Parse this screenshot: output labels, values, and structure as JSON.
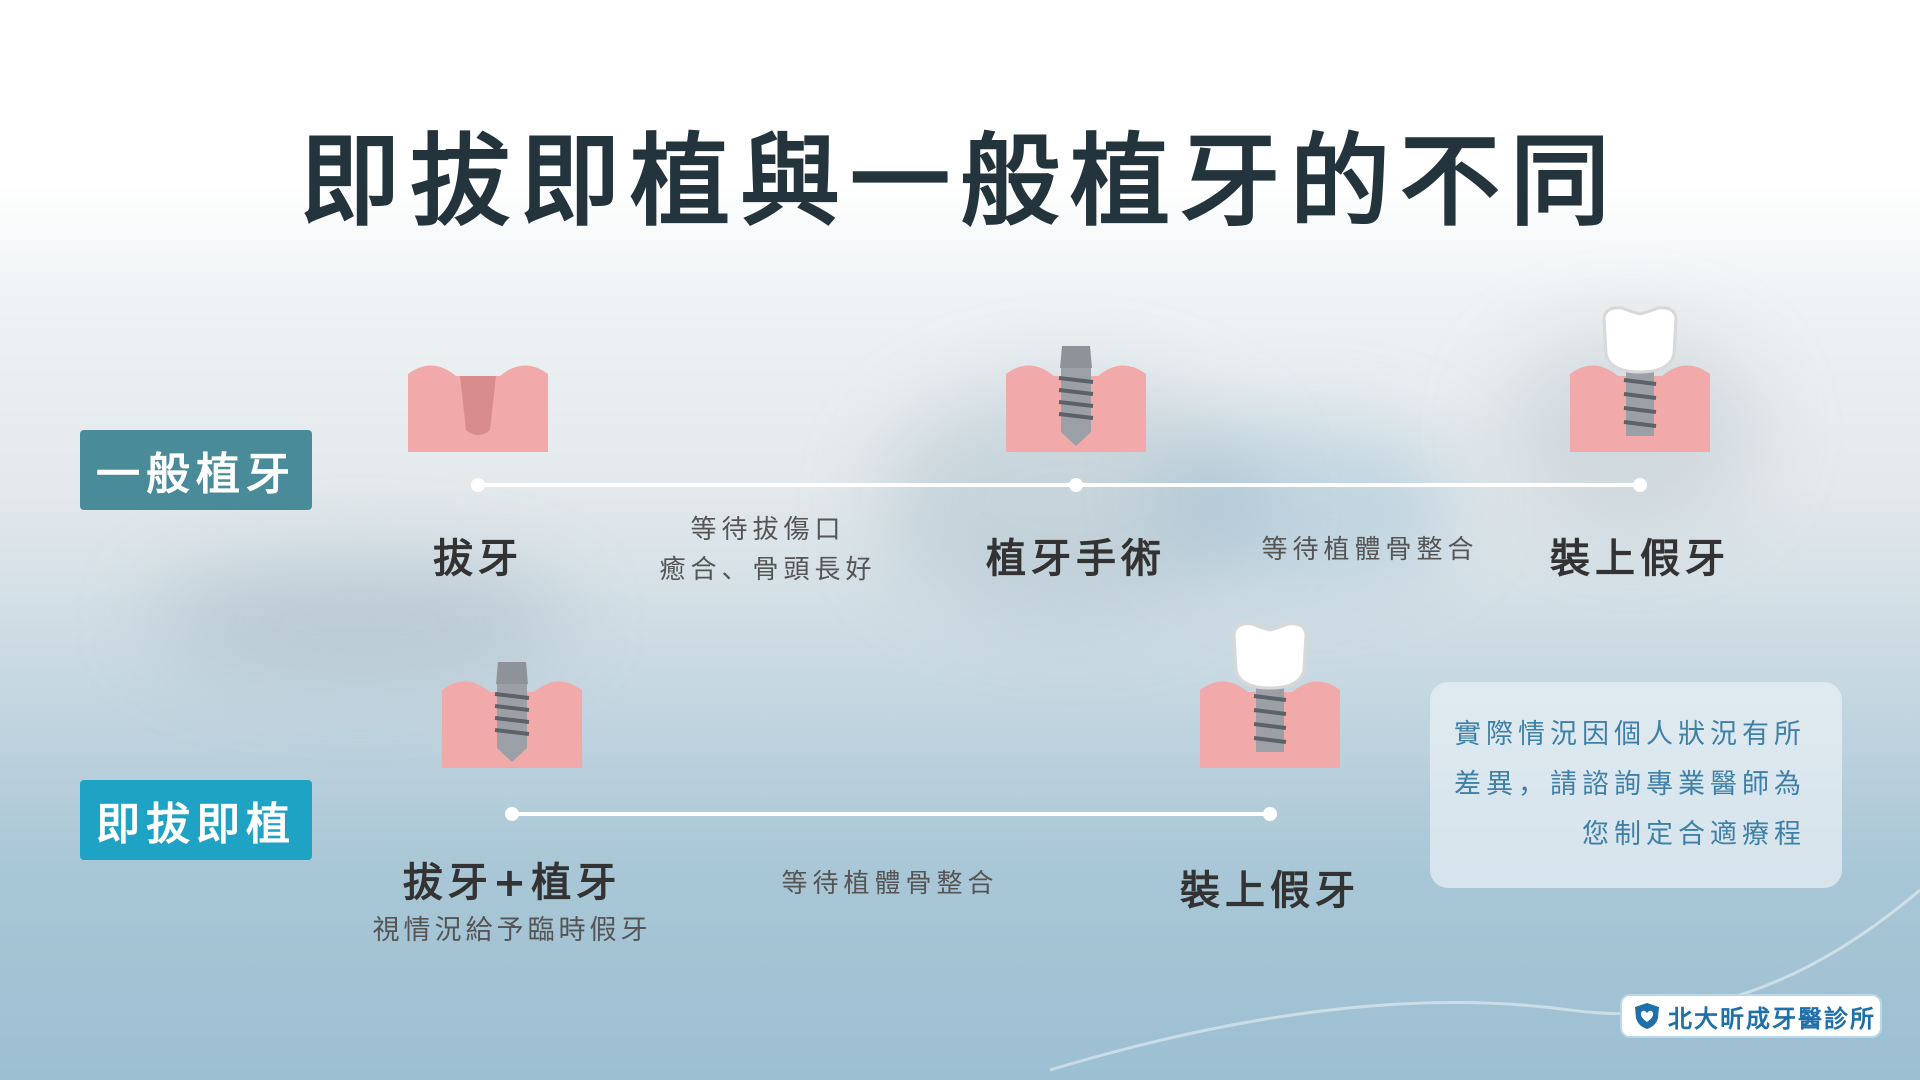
{
  "title": "即拔即植與一般植牙的不同",
  "colors": {
    "general_badge": "#4a8b99",
    "immediate_badge": "#1fa3c4",
    "gum": "#f2a9a9",
    "note_text": "#3f80a6",
    "title": "#24343d"
  },
  "general": {
    "badge": "一般植牙",
    "steps": [
      {
        "label": "拔牙",
        "icon": "extracted-tooth-gum-icon"
      },
      {
        "label": "植牙手術",
        "icon": "implant-post-gum-icon"
      },
      {
        "label": "裝上假牙",
        "icon": "implant-crown-gum-icon"
      }
    ],
    "waits": [
      {
        "line1": "等待拔傷口",
        "line2": "癒合、骨頭長好"
      },
      {
        "line1": "等待植體骨整合"
      }
    ]
  },
  "immediate": {
    "badge": "即拔即植",
    "steps": [
      {
        "label": "拔牙+植牙",
        "sub": "視情況給予臨時假牙",
        "icon": "implant-post-gum-icon"
      },
      {
        "label": "裝上假牙",
        "icon": "implant-crown-gum-icon"
      }
    ],
    "wait": "等待植體骨整合"
  },
  "note": {
    "lines": [
      "實際情況因個人狀況有所",
      "差異，請諮詢專業醫師為",
      "您制定合適療程"
    ]
  },
  "logo": {
    "text": "北大昕成牙醫診所",
    "icon": "shield-heart-icon"
  }
}
